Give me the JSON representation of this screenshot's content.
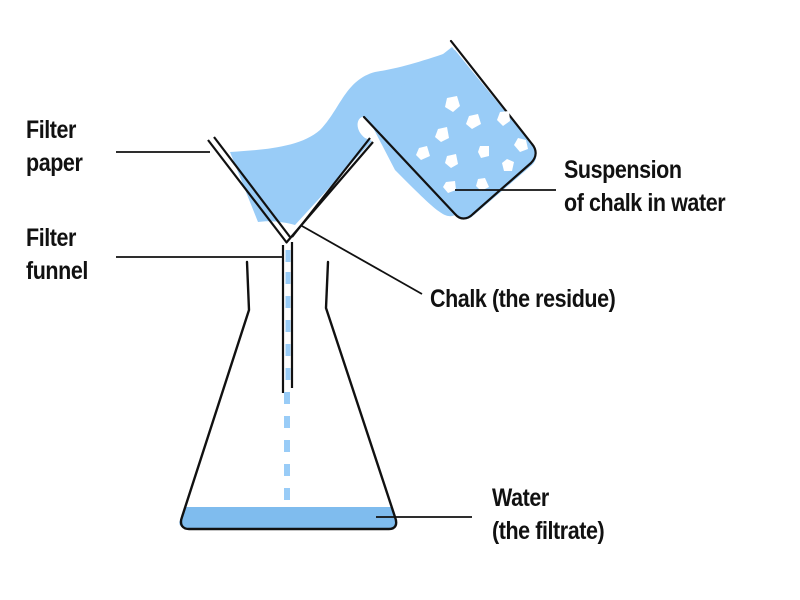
{
  "diagram": {
    "title": "Filtration of a suspension of chalk in water",
    "colors": {
      "water": "#99ccf7",
      "filtrate": "#7fbcee",
      "outline": "#111111",
      "chalk": "#ffffff"
    },
    "labels": {
      "filter_paper": [
        "Filter",
        "paper"
      ],
      "filter_funnel": [
        "Filter",
        "funnel"
      ],
      "suspension": [
        "Suspension",
        "of chalk in water"
      ],
      "residue": "Chalk (the residue)",
      "filtrate": [
        "Water",
        "(the filtrate)"
      ]
    },
    "components": [
      {
        "id": "beaker",
        "name": "Tilted beaker with chalk suspension"
      },
      {
        "id": "funnel",
        "name": "Filter funnel with filter paper"
      },
      {
        "id": "flask",
        "name": "Conical flask"
      },
      {
        "id": "filtrate",
        "name": "Collected filtrate"
      }
    ]
  }
}
